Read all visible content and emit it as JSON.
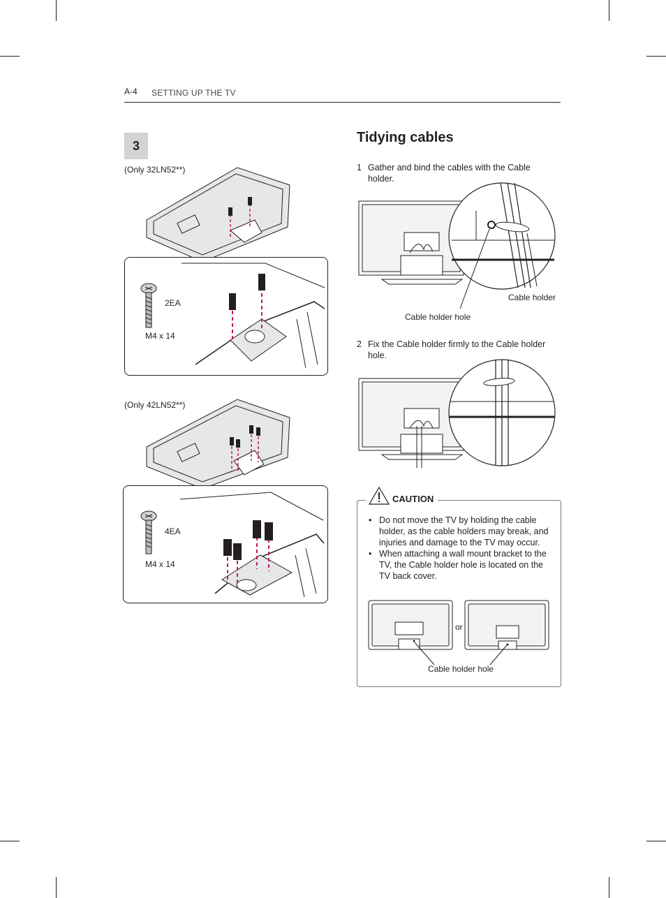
{
  "header": {
    "page_number": "A-4",
    "section": "SETTING UP THE TV"
  },
  "left": {
    "step_number": "3",
    "variant1": {
      "model": "(Only 32LN52**)",
      "count": "2EA",
      "screw": "M4 x 14"
    },
    "variant2": {
      "model": "(Only 42LN52**)",
      "count": "4EA",
      "screw": "M4 x 14"
    }
  },
  "right": {
    "title": "Tidying cables",
    "step1": {
      "number": "1",
      "text": "Gather and bind the cables with the Cable holder.",
      "label_holder": "Cable holder",
      "label_hole": "Cable holder hole"
    },
    "step2": {
      "number": "2",
      "text": "Fix the Cable holder firmly to the Cable holder hole."
    },
    "caution": {
      "label": "CAUTION",
      "bullets": [
        "Do not move the TV by holding the cable holder, as the cable holders may break, and injuries and damage to the TV may occur.",
        "When attaching a wall mount bracket to the TV, the Cable holder hole is located on the TV back cover."
      ],
      "or_label": "or",
      "hole_label": "Cable holder hole"
    }
  }
}
